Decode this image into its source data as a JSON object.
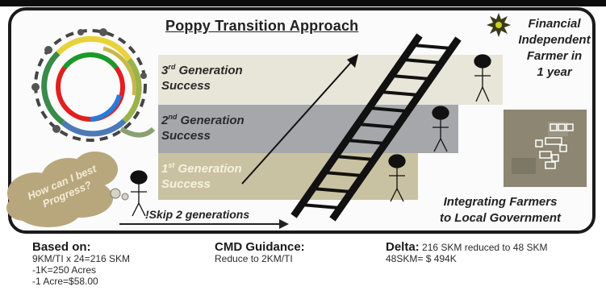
{
  "title": "Poppy Transition Approach",
  "bands": {
    "third": {
      "ord": "3",
      "sup": "rd",
      "line1": " Generation",
      "line2": "Success"
    },
    "second": {
      "ord": "2",
      "sup": "nd",
      "line1": " Generation",
      "line2": "Success"
    },
    "first": {
      "ord": "1",
      "sup": "st",
      "line1": " Generation",
      "line2": "Success"
    }
  },
  "financial": {
    "line1": "Financial",
    "line2": "Independent",
    "line3": "Farmer in",
    "line4": "1 year"
  },
  "cloud_text": "How can I best Progress?",
  "skip_text": "!Skip 2 generations",
  "integrating": {
    "line1": "Integrating Farmers",
    "line2": "to Local Government"
  },
  "based_on": {
    "heading": "Based on:",
    "lines": [
      "9KM/TI x 24=216 SKM",
      "-1K=250 Acres",
      "-1 Acre=$58.00"
    ]
  },
  "cmd": {
    "heading": "CMD Guidance:",
    "line": "Reduce to 2KM/TI"
  },
  "delta": {
    "heading": "Delta:",
    "inline": "216 SKM reduced to 48 SKM",
    "line": "48SKM= $ 494K"
  },
  "colors": {
    "band3": "#e8e6d8",
    "band2": "#a5a7ab",
    "band1": "#c9c2a2",
    "cloud": "#b8a77d"
  }
}
